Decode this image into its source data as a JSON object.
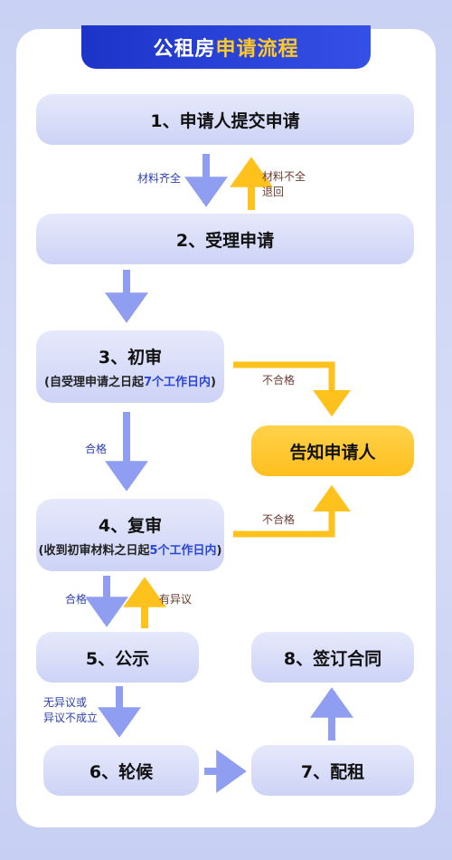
{
  "title": {
    "part1": "公租房",
    "part2": "申请流程"
  },
  "steps": {
    "s1": "1、申请人提交申请",
    "s2": "2、受理申请",
    "s3": {
      "title": "3、初审",
      "sub_pre": "(自受理申请之日起",
      "sub_hl": "7个工作日内",
      "sub_post": ")"
    },
    "s4": {
      "title": "4、复审",
      "sub_pre": "(收到初审材料之日起",
      "sub_hl": "5个工作日内",
      "sub_post": ")"
    },
    "s5": "5、公示",
    "s6": "6、轮候",
    "s7": "7、配租",
    "s8": "8、签订合同",
    "notify": "告知申请人"
  },
  "labels": {
    "complete": "材料齐全",
    "incomplete_1": "材料不全",
    "incomplete_2": "退回",
    "fail1": "不合格",
    "pass1": "合格",
    "fail2": "不合格",
    "pass2": "合格",
    "objection": "有异议",
    "no_obj_1": "无异议或",
    "no_obj_2": "异议不成立"
  },
  "colors": {
    "blue_arrow": "#8f9ef0",
    "yellow_arrow": "#ffc21d",
    "banner": "#1c34c8",
    "highlight": "#2a45d8"
  }
}
